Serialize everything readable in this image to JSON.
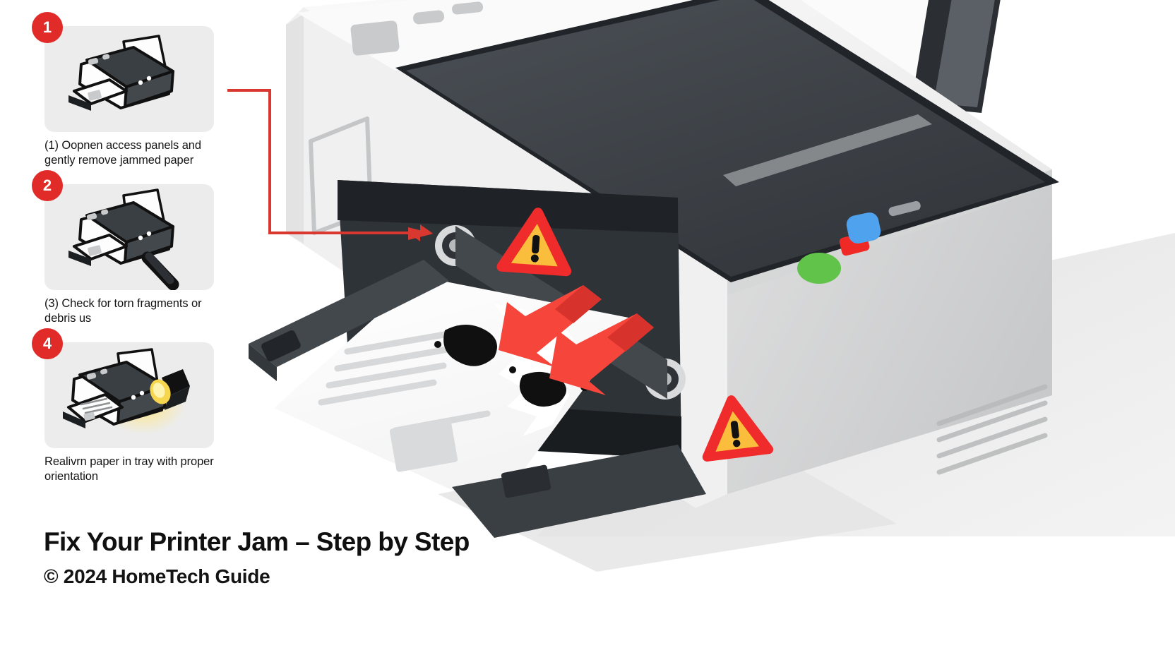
{
  "poster": {
    "title": "Fix Your Printer Jam – Step by Step",
    "copyright": "© 2024 HomeTech Guide",
    "background_color": "#ffffff"
  },
  "colors": {
    "badge_red": "#e02b28",
    "connector_red": "#d8382f",
    "arrow_red": "#f6453b",
    "warning_border": "#ef2b2b",
    "warning_fill": "#fbbe3c",
    "card_bg": "#ececec",
    "printer_body": "#f2f2f2",
    "printer_dark": "#3a3f44",
    "button_green": "#62c34a",
    "button_red": "#ef2a26",
    "button_blue": "#4fa3ee",
    "button_slot_gray": "#9b9fa3"
  },
  "steps": [
    {
      "number": "1",
      "caption": "(1) Oopnen access panels and gently remove jammed paper",
      "icon": "printer-icon"
    },
    {
      "number": "2",
      "caption": "(3) Check for torn fragments or debris us",
      "icon": "printer-with-cable-icon"
    },
    {
      "number": "4",
      "caption": "Realivrn paper in tray with proper orientation",
      "icon": "printer-with-flashlight-icon"
    }
  ],
  "illustration": {
    "name": "printer-jam-illustration",
    "warning_icons": [
      {
        "name": "warning-triangle-upper",
        "glyph": "!"
      },
      {
        "name": "warning-triangle-lower",
        "glyph": "!"
      }
    ],
    "control_panel": {
      "buttons": [
        {
          "name": "power-button-green",
          "color": "#62c34a"
        },
        {
          "name": "cancel-button-red",
          "color": "#ef2a26"
        },
        {
          "name": "resume-button-blue",
          "color": "#4fa3ee"
        },
        {
          "name": "status-slot-gray",
          "color": "#9b9fa3"
        }
      ]
    },
    "annotations": [
      {
        "name": "connector-line",
        "color": "#d8382f"
      },
      {
        "name": "jam-arrow-1",
        "color": "#f6453b"
      },
      {
        "name": "jam-arrow-2",
        "color": "#f6453b"
      }
    ]
  }
}
